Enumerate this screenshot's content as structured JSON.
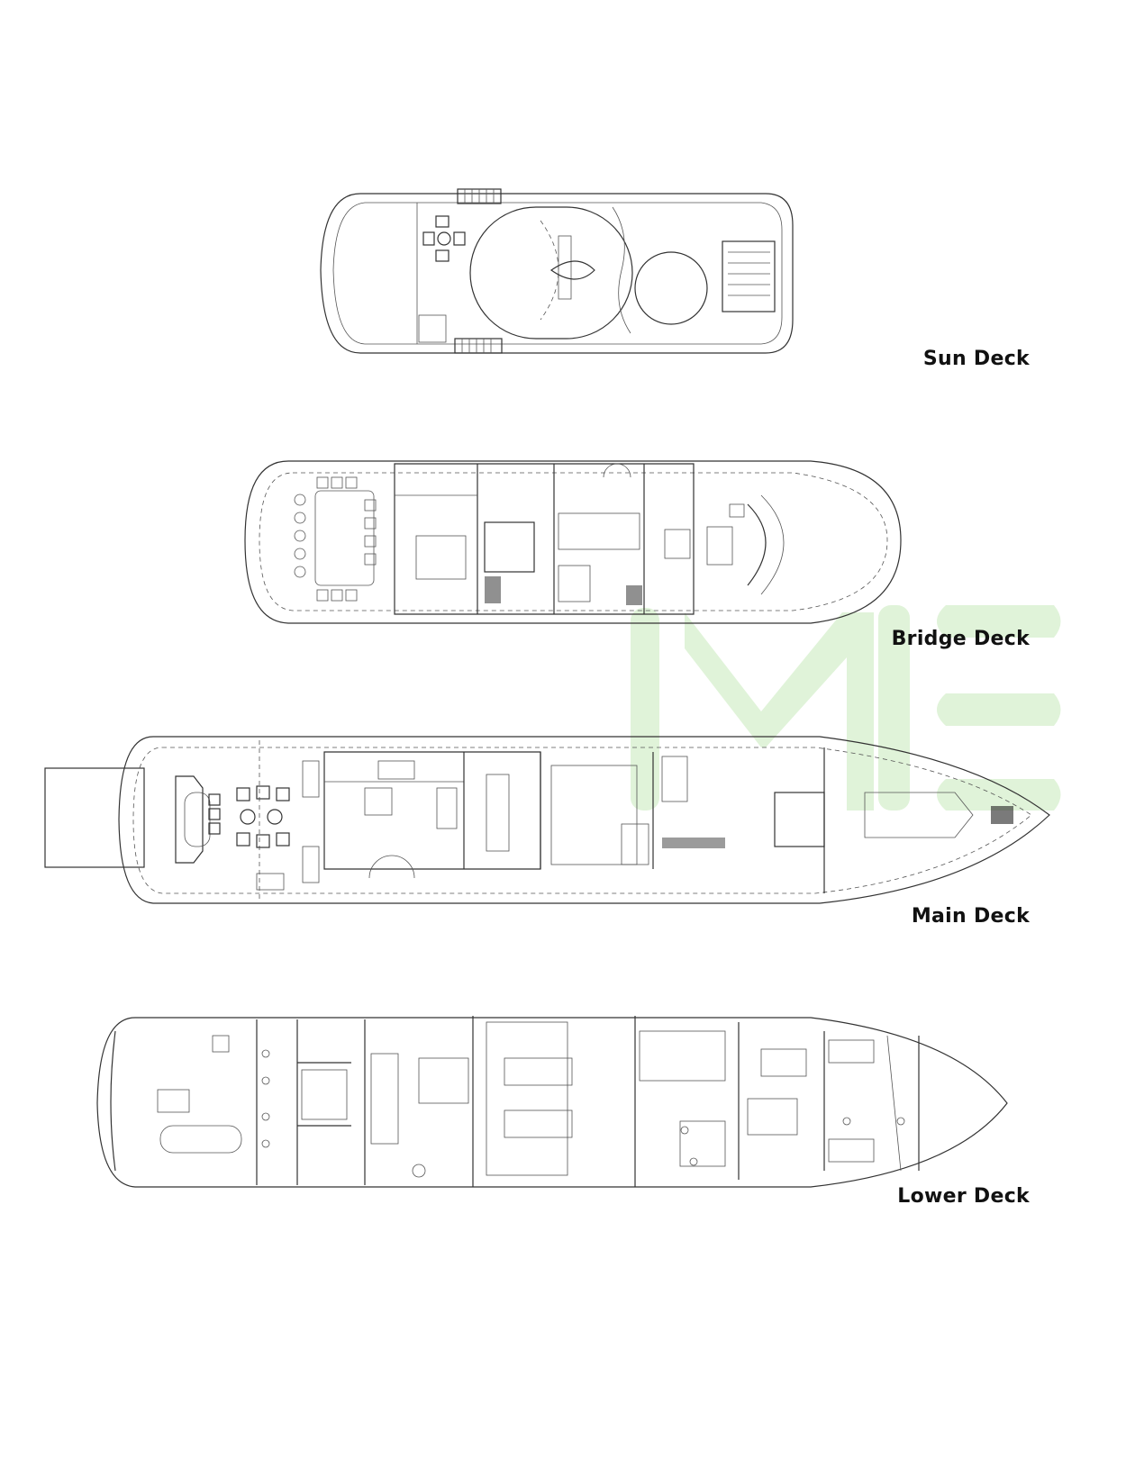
{
  "decks": [
    {
      "label": "Sun Deck"
    },
    {
      "label": "Bridge Deck"
    },
    {
      "label": "Main Deck"
    },
    {
      "label": "Lower Deck"
    }
  ],
  "colors": {
    "watermark": "#d6efcc",
    "lines": "#333333",
    "label": "#111111"
  }
}
